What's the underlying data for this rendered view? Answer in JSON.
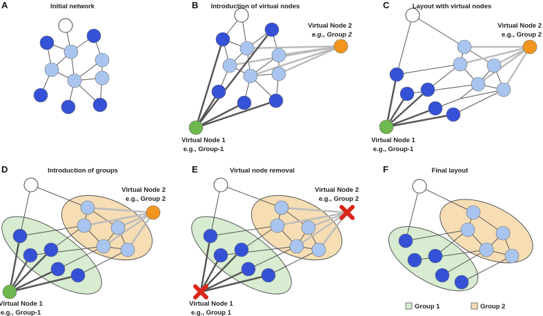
{
  "panels": [
    {
      "letter": "A",
      "title": "Initial network"
    },
    {
      "letter": "B",
      "title": "Introduction of virtual nodes"
    },
    {
      "letter": "C",
      "title": "Layout with virtual nodes"
    },
    {
      "letter": "D",
      "title": "Introduction of groups"
    },
    {
      "letter": "E",
      "title": "Virtual node removal"
    },
    {
      "letter": "F",
      "title": "Final layout"
    }
  ],
  "virtual_labels": {
    "vn2_title": "Virtual Node 2",
    "vn1_title": "Virtual Node 1",
    "b_vn2_sub": "e.g., Group 2",
    "b_vn1_sub": "e.g., Group-1",
    "c_vn2_sub": "e.g., Group 2",
    "c_vn1_sub": "e.g., Group-1",
    "d_vn2_sub": "e.g., Group 2",
    "d_vn1_sub": "e.g., Group-1",
    "e_vn2_sub": "e.g., Group 2",
    "e_vn1_sub": "e.g., Group 1"
  },
  "legend": {
    "group1": "Group 1",
    "group2": "Group 2"
  },
  "colors": {
    "dark_node": "#3551d6",
    "light_node": "#a9c5ef",
    "white_node": "#ffffff",
    "vn1": "#6fb84f",
    "vn2": "#f2961f",
    "group1_fill": "#d7ecd1",
    "group2_fill": "#f6ddb4",
    "removal_cross": "#d9271b"
  }
}
